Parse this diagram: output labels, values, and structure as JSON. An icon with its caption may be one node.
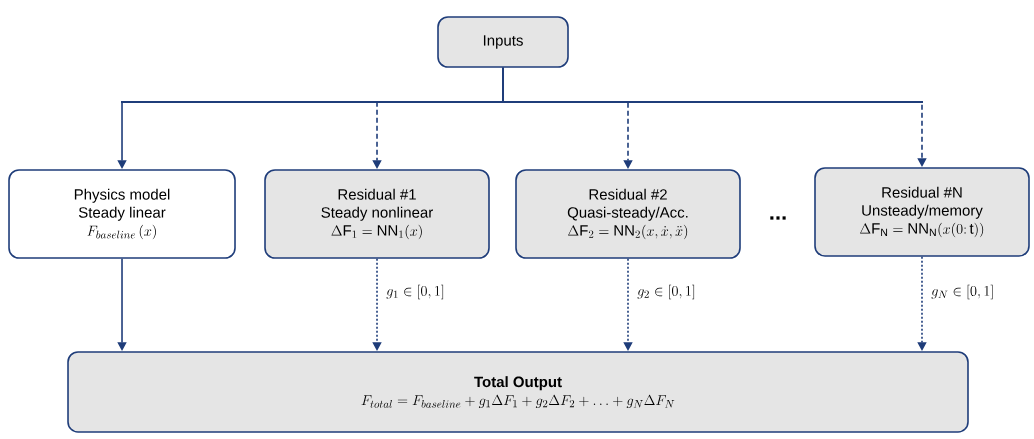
{
  "diagram": {
    "nodes": [
      {
        "text": [
          "Inputs"
        ]
      },
      {
        "text": [
          "Physics model",
          "Steady linear",
          "F_{baseline}\\,(x)"
        ]
      },
      {
        "text": [
          "Residual #1",
          "Steady nonlinear",
          "\\Delta\\mathrm{F}_1 = \\mathrm{NN}_1(x)"
        ]
      },
      {
        "text": [
          "Residual #2",
          "Quasi-steady/Acc.",
          "\\Delta\\mathrm{F}_2 = \\mathrm{NN}_2(x,\\dot{x},\\ddot{x})"
        ]
      },
      {
        "text": [
          "Residual #N",
          "Unsteady/memory",
          "\\Delta\\mathrm{F}_\\mathrm{N} = \\mathrm{NN}_\\mathrm{N}(x(0\\colon \\mathrm{t}))"
        ]
      },
      {
        "text": [
          "Total Output",
          "F_{total} = F_{baseline} + g_1\\Delta F_1 + g_2\\Delta F_2 + \\ldots + g_N\\Delta F_N"
        ]
      }
    ],
    "edges": [
      {
        "from": 0,
        "to": 1,
        "arrow": "to"
      },
      {
        "from": 0,
        "to": 2,
        "arrow": "to",
        "style": "dashed"
      },
      {
        "from": 0,
        "to": 3,
        "arrow": "to",
        "style": "dashed"
      },
      {
        "from": 0,
        "to": 4,
        "arrow": "to",
        "style": "dashed"
      },
      {
        "from": 1,
        "to": 5,
        "arrow": "to"
      },
      {
        "from": 2,
        "to": 5,
        "arrow": "to",
        "style": "dashed",
        "label": "g_1 \\in [0,1]"
      },
      {
        "from": 3,
        "to": 5,
        "arrow": "to",
        "style": "dashed",
        "label": "g_2 \\in [0,1]"
      },
      {
        "from": 4,
        "to": 5,
        "arrow": "to",
        "style": "dashed",
        "label": "g_N \\in [0,1]"
      }
    ],
    "labels": [
      "..."
    ]
  }
}
